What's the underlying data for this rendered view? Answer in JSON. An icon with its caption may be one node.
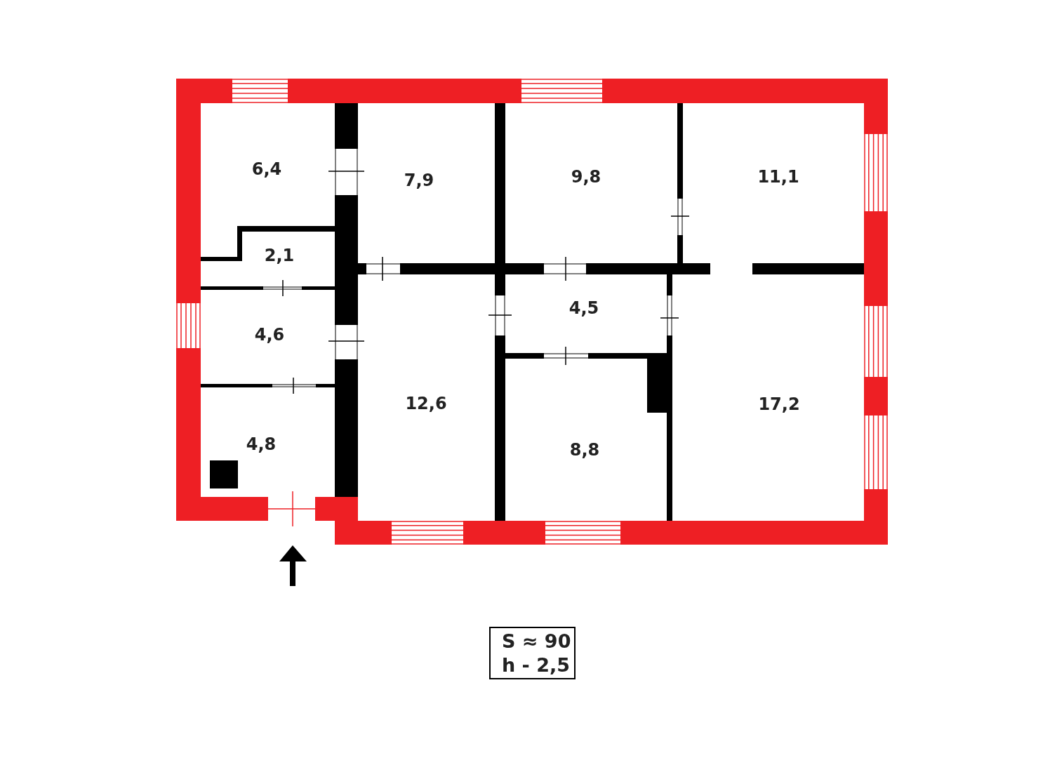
{
  "diagram": {
    "nodes": [
      {
        "text": [
          "6,4"
        ]
      },
      {
        "text": [
          "7,9"
        ]
      },
      {
        "text": [
          "9,8"
        ]
      },
      {
        "text": [
          "11,1"
        ]
      },
      {
        "text": [
          "2,1"
        ]
      },
      {
        "text": [
          "4,5"
        ]
      },
      {
        "text": [
          "4,6"
        ]
      },
      {
        "text": [
          "12,6"
        ]
      },
      {
        "text": [
          "17,2"
        ]
      },
      {
        "text": [
          "4,8"
        ]
      },
      {
        "text": [
          "8,8"
        ]
      },
      {
        "text": [
          "S ≈ 90",
          "h - 2,5"
        ]
      }
    ],
    "edges": []
  }
}
